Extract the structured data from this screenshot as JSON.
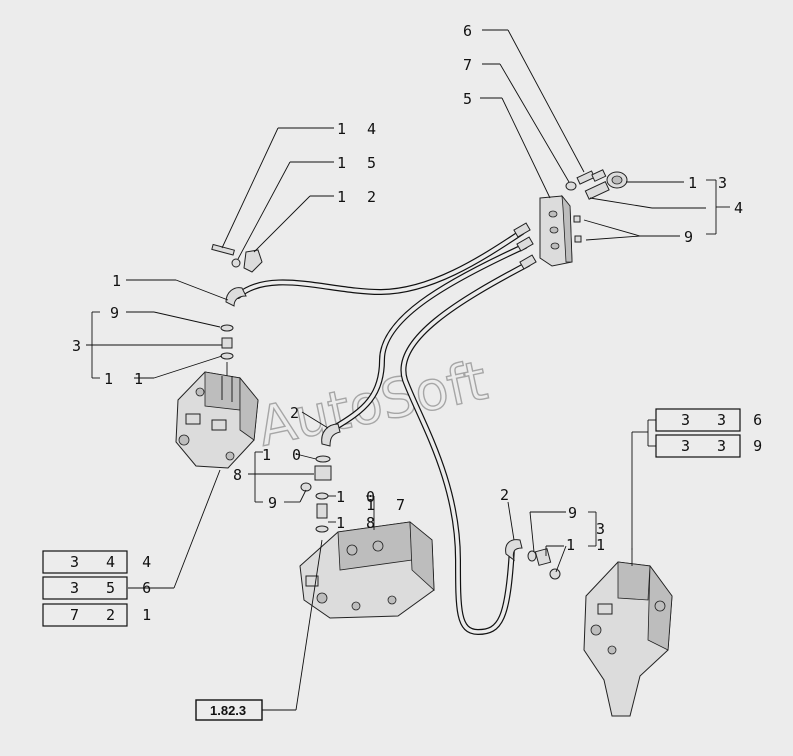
{
  "watermark": "AutoSoft",
  "callouts": {
    "c6": "6",
    "c7": "7",
    "c5": "5",
    "c14": "1 4",
    "c15": "1 5",
    "c12": "1 2",
    "c13": "1 3",
    "c4": "4",
    "c9_right": "9",
    "c1": "1",
    "c9_left": "9",
    "c3_left": "3",
    "c11_left": "1 1",
    "c2_mid": "2",
    "c10_a": "1 0",
    "c8": "8",
    "c9_mid": "9",
    "c10_b": "1 0",
    "c17": "1 7",
    "c18": "1 8",
    "c2_right": "2",
    "c9_r2": "9",
    "c3_right": "3",
    "c11_right": "1 1"
  },
  "ref_boxes_left": [
    "3 4 4",
    "3 5 6",
    "7 2 1"
  ],
  "ref_boxes_right": [
    "3 3 6",
    "3 3 9"
  ],
  "page_ref": "1.82.3"
}
